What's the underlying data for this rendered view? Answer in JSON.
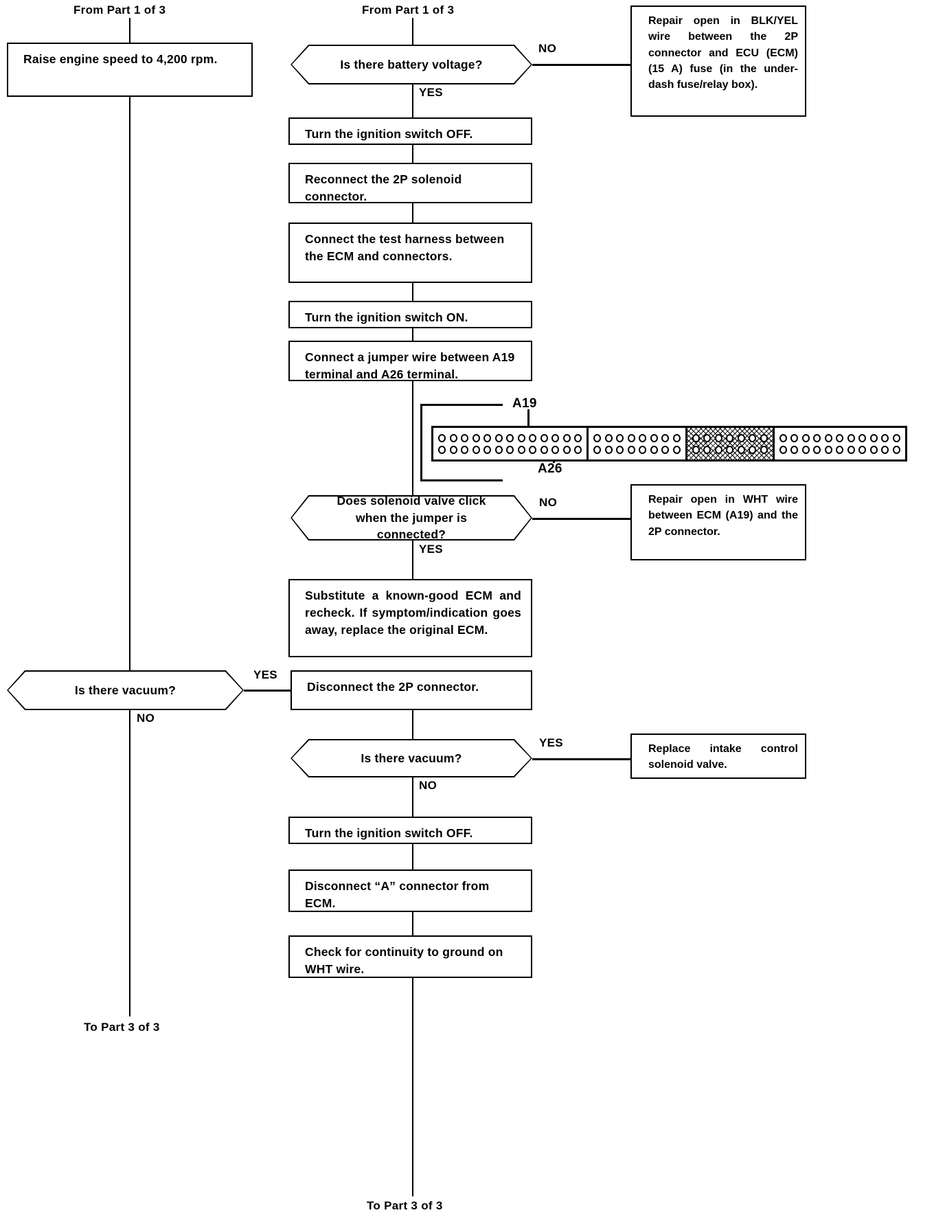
{
  "meta": {
    "title": "Intake Control Solenoid Valve Troubleshooting - Part 2 of 3"
  },
  "headers": {
    "left_from": "From Part 1 of 3",
    "center_from": "From Part 1 of 3"
  },
  "footers": {
    "left_to": "To Part 3 of 3",
    "center_to": "To Part 3 of 3"
  },
  "branch_labels": {
    "yes": "YES",
    "no": "NO"
  },
  "left_column": {
    "step_raise_rpm": "Raise  engine  speed  to  4,200 rpm.",
    "decision_vacuum": "Is there vacuum?",
    "decision_vacuum_yes": "YES",
    "decision_vacuum_no": "NO"
  },
  "center_column": {
    "decision_battery_voltage": "Is there battery voltage?",
    "step_ignition_off_1": "Turn the ignition switch OFF.",
    "step_reconnect_2p": "Reconnect the 2P solenoid connector.",
    "step_test_harness": "Connect the test harness between the ECM and connectors.",
    "step_ignition_on": "Turn the ignition switch ON.",
    "step_jumper_wire": "Connect a jumper wire between A19 terminal and A26 terminal.",
    "decision_solenoid_click": "Does solenoid valve click when the jumper is connected?",
    "step_substitute_ecm": "Substitute a known-good ECM and recheck. If symptom/indication goes away, replace the original ECM.",
    "step_disconnect_2p": "Disconnect the 2P connector.",
    "decision_vacuum_2": "Is there vacuum?",
    "step_ignition_off_2": "Turn the ignition switch OFF.",
    "step_disconnect_a_connector": "Disconnect “A” connector from ECM.",
    "step_check_continuity": "Check for continuity to ground on WHT wire."
  },
  "right_column": {
    "repair_blk_yel": "Repair open in BLK/YEL wire between the 2P connector and ECU (ECM) (15 A) fuse (in the under-dash fuse/relay box).",
    "repair_wht": "Repair open in WHT wire between ECM (A19) and the 2P connector.",
    "replace_solenoid": "Replace intake control solenoid valve."
  },
  "connector_diagram": {
    "label_a19": "A19",
    "label_a26": "A26",
    "banks": [
      {
        "name": "bank-1",
        "top_pins": 13,
        "bottom_pins": 13,
        "hatched": false
      },
      {
        "name": "bank-2",
        "top_pins": 8,
        "bottom_pins": 8,
        "hatched": false
      },
      {
        "name": "bank-3",
        "top_pins": 7,
        "bottom_pins": 7,
        "hatched": true
      },
      {
        "name": "bank-4",
        "top_pins": 11,
        "bottom_pins": 11,
        "hatched": false
      }
    ]
  },
  "colors": {
    "ink": "#000000",
    "paper": "#ffffff"
  }
}
